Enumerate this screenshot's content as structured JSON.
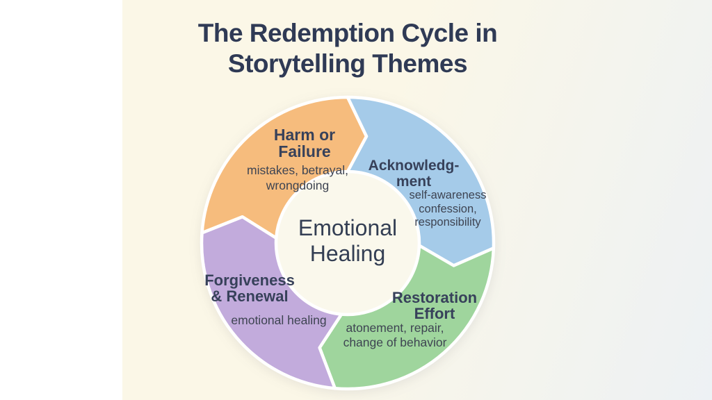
{
  "page": {
    "margin_color": "#ffffff"
  },
  "slide": {
    "title": "The Redemption Cycle in\nStorytelling Themes",
    "title_color": "#2f3a55",
    "bg_left_color": "#fbf7e7",
    "bg_right_color": "#edf1f4"
  },
  "chart_data": {
    "type": "cycle-diagram",
    "title": "The Redemption Cycle in Storytelling Themes",
    "center_label": "Emotional\nHealing",
    "direction": "clockwise",
    "ring_hole_color": "#faf8ec",
    "segment_gap_color": "#ffffff",
    "text_colors": {
      "heading": "#37415a",
      "body": "#3e4452",
      "center": "#333e53"
    },
    "segments": [
      {
        "id": "harm",
        "label": "Harm or\nFailure",
        "sublabel": "mistakes, betrayal,\nwrongdoing",
        "color": "#f6bc7d",
        "position": "top-left"
      },
      {
        "id": "acknowledgment",
        "label": "Acknowledg-\nment",
        "sublabel": "self-awareness\nconfession,\nresponsibility",
        "color": "#a5cbe9",
        "position": "top-right"
      },
      {
        "id": "restoration",
        "label": "Restoration\nEffort",
        "sublabel": "atonement, repair,\nchange of behavior",
        "color": "#9fd59d",
        "position": "bottom-right"
      },
      {
        "id": "forgiveness",
        "label": "Forgiveness\n& Renewal",
        "sublabel": "emotional healing",
        "color": "#c2abdc",
        "position": "bottom-left"
      }
    ]
  }
}
